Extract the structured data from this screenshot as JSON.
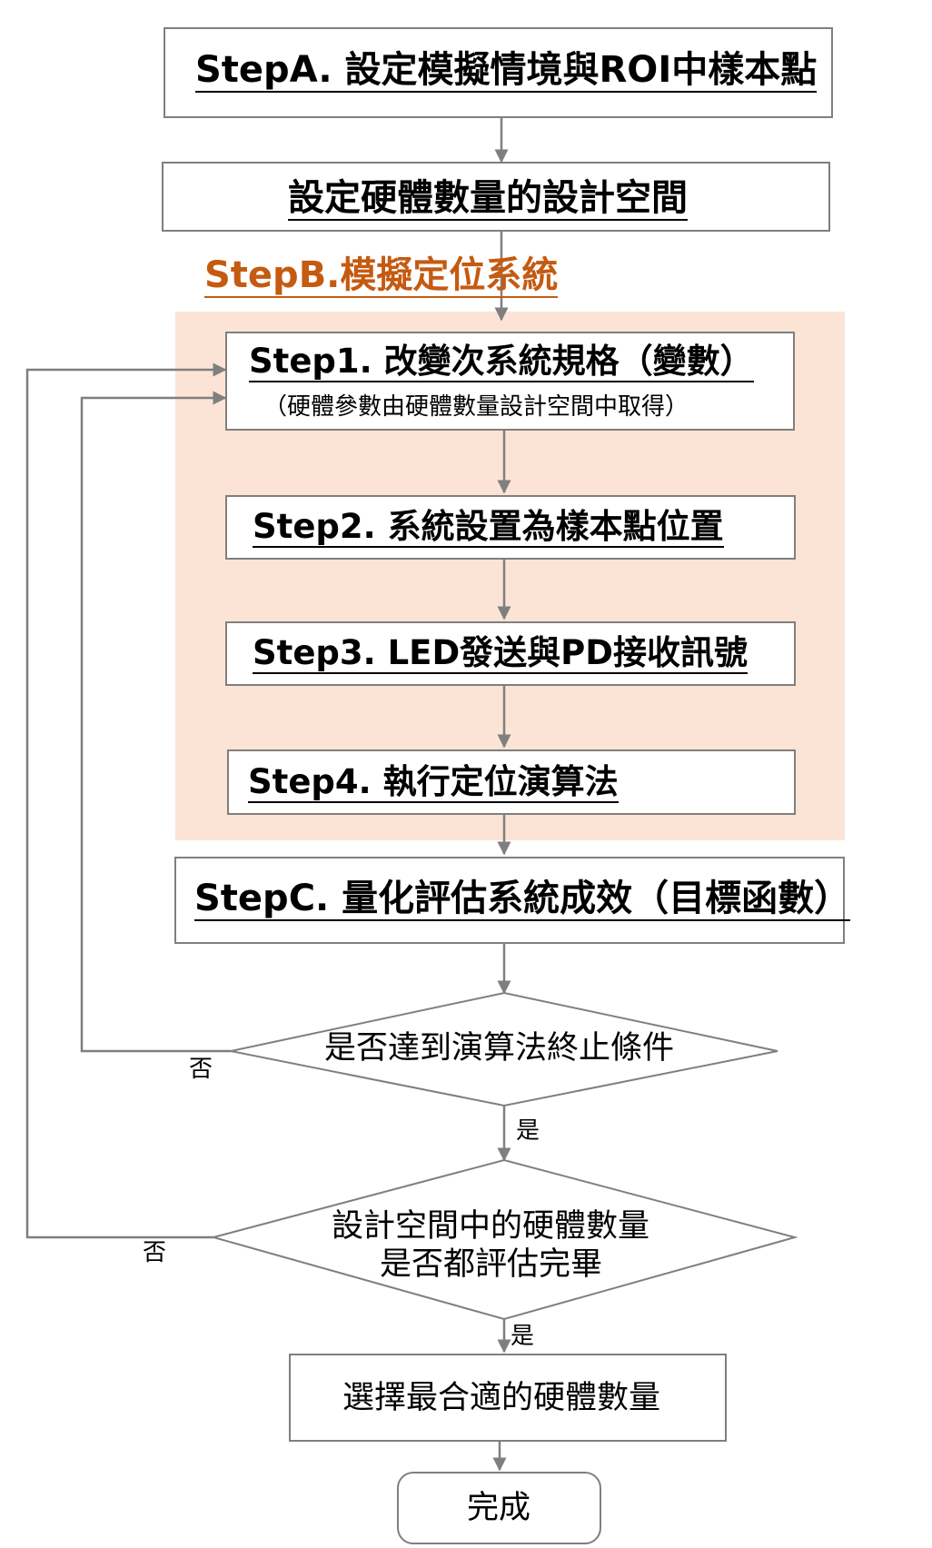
{
  "stepA": {
    "label": "StepA. 設定模擬情境與ROI中樣本點"
  },
  "design_space": {
    "label": "設定硬體數量的設計空間"
  },
  "stepB": {
    "title": "StepB.模擬定位系統",
    "title_color": "#c55a11",
    "region_color": "#fbe4d5"
  },
  "step1": {
    "label": "Step1. 改變次系統規格（變數）",
    "sublabel": "（硬體參數由硬體數量設計空間中取得）"
  },
  "step2": {
    "label": "Step2. 系統設置為樣本點位置"
  },
  "step3": {
    "label": "Step3. LED發送與PD接收訊號"
  },
  "step4": {
    "label": "Step4. 執行定位演算法"
  },
  "stepC": {
    "label": "StepC. 量化評估系統成效（目標函數）"
  },
  "decision1": {
    "label": "是否達到演算法終止條件",
    "no_label": "否",
    "yes_label": "是"
  },
  "decision2": {
    "line1": "設計空間中的硬體數量",
    "line2": "是否都評估完畢",
    "no_label": "否",
    "yes_label": "是"
  },
  "select": {
    "label": "選擇最合適的硬體數量"
  },
  "finish": {
    "label": "完成"
  },
  "colors": {
    "line": "#7f7f7f",
    "border": "#7f7f7f"
  }
}
